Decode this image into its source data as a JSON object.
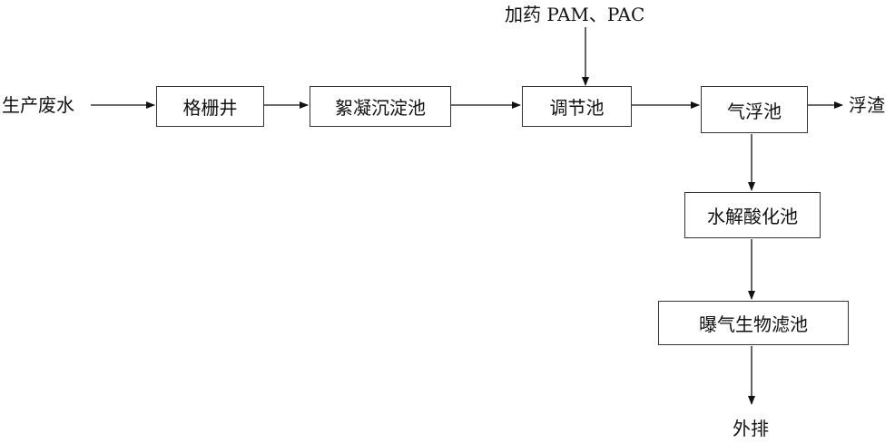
{
  "diagram": {
    "input_label": "生产废水",
    "dosing_label": "加药 PAM、PAC",
    "boxes": {
      "grid_well": "格栅井",
      "flocculation_tank": "絮凝沉淀池",
      "adjustment_tank": "调节池",
      "air_flotation_tank": "气浮池",
      "hydrolysis_acidification_tank": "水解酸化池",
      "baf_tank": "曝气生物滤池"
    },
    "scum_label": "浮渣",
    "discharge_label": "外排"
  }
}
